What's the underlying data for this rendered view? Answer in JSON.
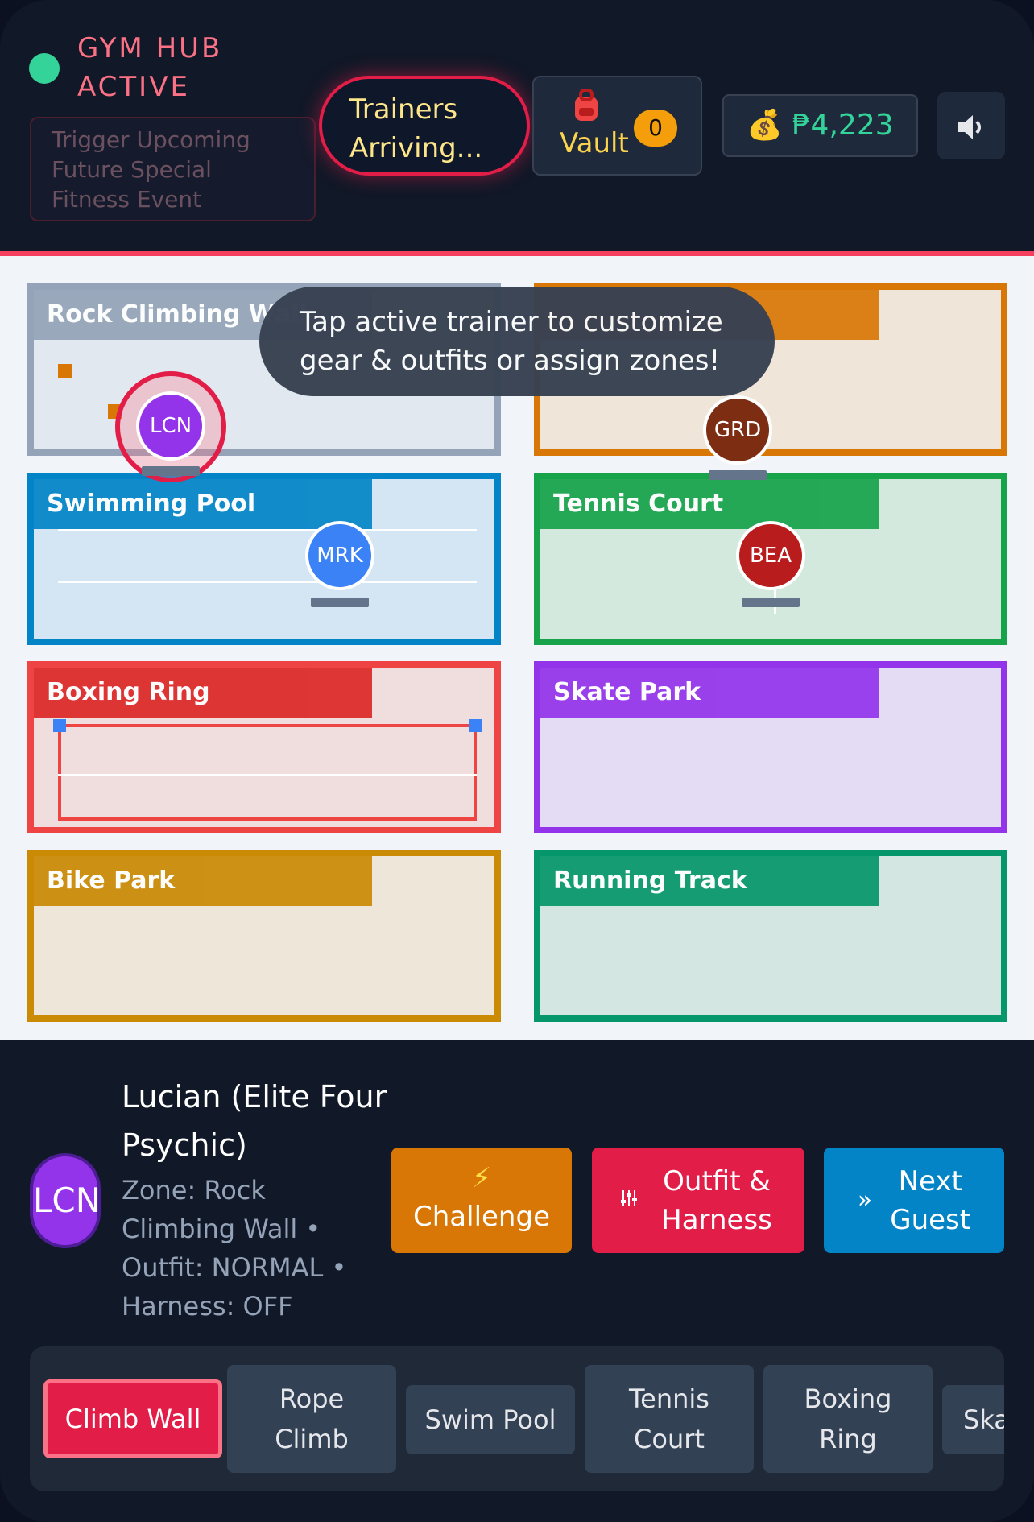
{
  "header": {
    "brand_line1": "GYM HUB",
    "brand_line2": "ACTIVE",
    "event_button": "Trigger Upcoming Future Special Fitness Event",
    "trainers_status": "Trainers Arriving...",
    "vault_label": "Vault",
    "vault_count": "0",
    "money_icon": "💰",
    "money": "₱4,223",
    "sound_icon": "speaker-icon"
  },
  "map": {
    "zones": [
      {
        "label": "Rock Climbing Wall",
        "color": "#94a3b8"
      },
      {
        "label": "",
        "color": "#d97706"
      },
      {
        "label": "Swimming Pool",
        "color": "#0284c7"
      },
      {
        "label": "Tennis Court",
        "color": "#16a34a"
      },
      {
        "label": "Boxing Ring",
        "color": "#dc2626"
      },
      {
        "label": "Skate Park",
        "color": "#9333ea"
      },
      {
        "label": "Bike Park",
        "color": "#ca8a04"
      },
      {
        "label": "Running Track",
        "color": "#059669"
      }
    ],
    "trainers": [
      {
        "code": "LCN",
        "color": "#9333ea"
      },
      {
        "code": "GRD",
        "color": "#7c2d12"
      },
      {
        "code": "MRK",
        "color": "#3b82f6"
      },
      {
        "code": "BEA",
        "color": "#b91c1c"
      }
    ],
    "tooltip": "Tap active trainer to customize gear & outfits or assign zones!"
  },
  "guest": {
    "avatar": "LCN",
    "name": "Lucian (Elite Four Psychic)",
    "meta": "Zone: Rock Climbing Wall • Outfit: NORMAL • Harness: OFF"
  },
  "actions": {
    "challenge_icon": "⚡",
    "challenge": "Challenge",
    "outfit_icon": "sliders-icon",
    "outfit": "Outfit & Harness",
    "next_icon": "double-chevron-right-icon",
    "next": "Next Guest"
  },
  "tabs": [
    "Climb Wall",
    "Rope Climb",
    "Swim Pool",
    "Tennis Court",
    "Boxing Ring",
    "Ska"
  ]
}
